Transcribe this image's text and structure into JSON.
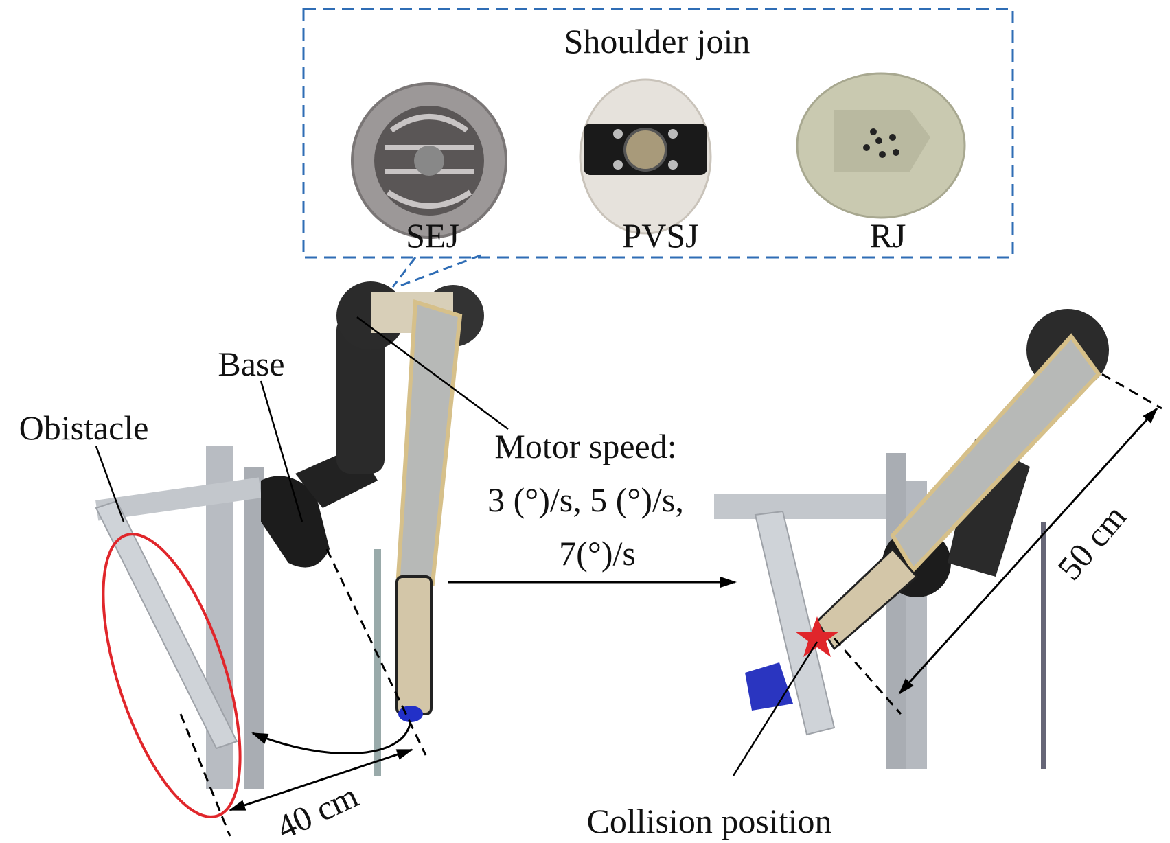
{
  "inset": {
    "title": "Shoulder join",
    "joints": [
      {
        "label": "SEJ"
      },
      {
        "label": "PVSJ"
      },
      {
        "label": "RJ"
      }
    ],
    "border_color": "#2f6db5"
  },
  "annotations": {
    "base": "Base",
    "obstacle": "Obistacle",
    "motor_speed_title": "Motor speed:",
    "motor_speed_line1": "3 (°)/s, 5 (°)/s,",
    "motor_speed_line2": "7(°)/s",
    "distance_start": "40 cm",
    "distance_arm": "50 cm",
    "collision": "Collision position"
  },
  "colors": {
    "highlight": "#e0262b",
    "dashed_box": "#2f6db5"
  }
}
